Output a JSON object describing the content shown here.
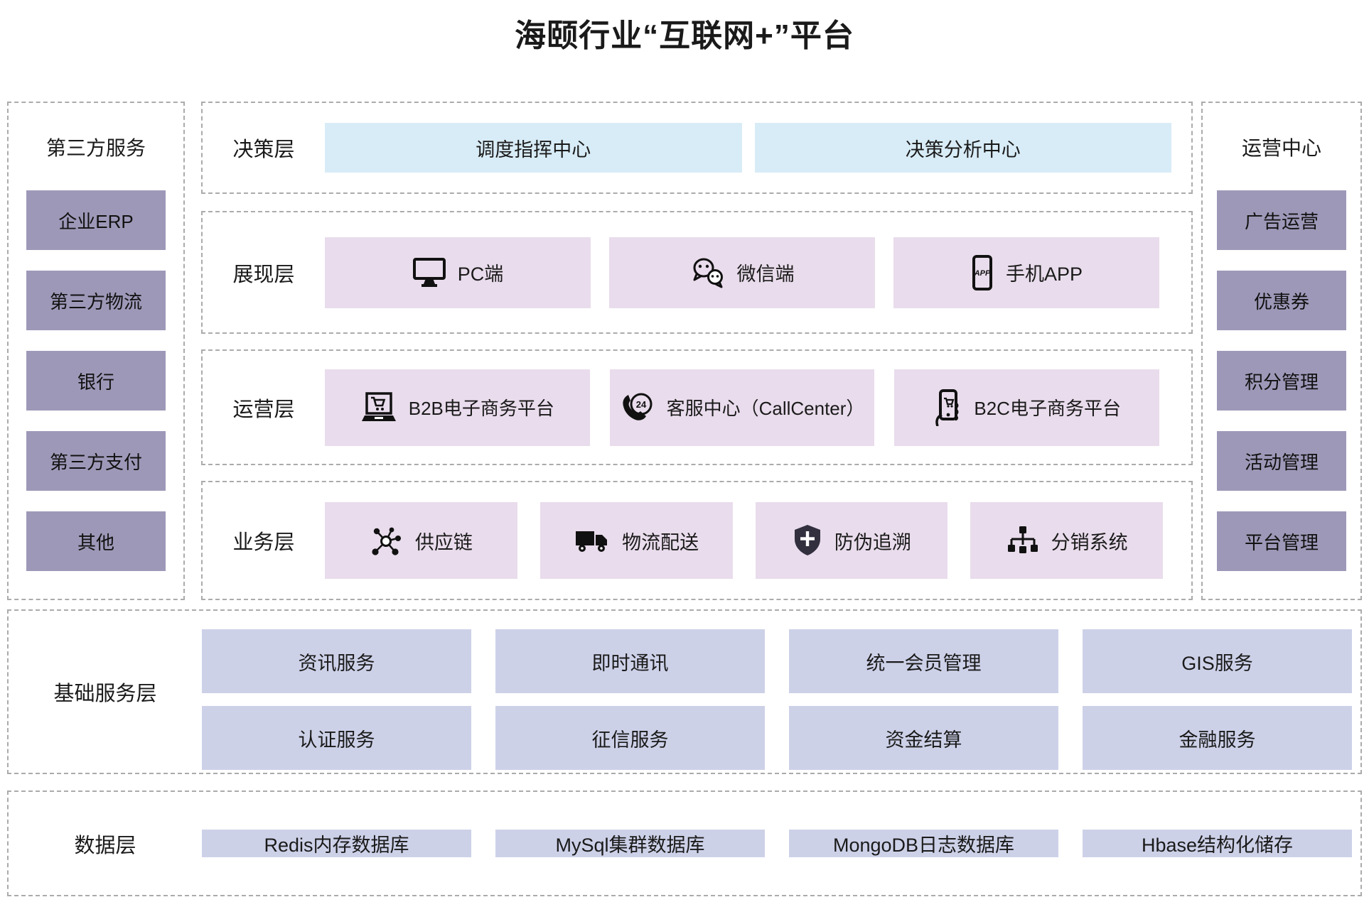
{
  "title": "海颐行业“互联网+”平台",
  "colors": {
    "side_box": "#9e98b8",
    "decision_box": "#d8ecf7",
    "middle_box": "#e9dcec",
    "bottom_box": "#cdd1e8",
    "dashed_border": "#ababab",
    "text": "#1a1a1a"
  },
  "left_sidebar": {
    "title": "第三方服务",
    "items": [
      {
        "label": "企业ERP"
      },
      {
        "label": "第三方物流"
      },
      {
        "label": "银行"
      },
      {
        "label": "第三方支付"
      },
      {
        "label": "其他"
      }
    ]
  },
  "right_sidebar": {
    "title": "运营中心",
    "items": [
      {
        "label": "广告运营"
      },
      {
        "label": "优惠券"
      },
      {
        "label": "积分管理"
      },
      {
        "label": "活动管理"
      },
      {
        "label": "平台管理"
      }
    ]
  },
  "layers": {
    "decision": {
      "label": "决策层",
      "items": [
        {
          "label": "调度指挥中心"
        },
        {
          "label": "决策分析中心"
        }
      ]
    },
    "presentation": {
      "label": "展现层",
      "items": [
        {
          "label": "PC端",
          "icon": "monitor-icon"
        },
        {
          "label": "微信端",
          "icon": "wechat-icon"
        },
        {
          "label": "手机APP",
          "icon": "smartphone-app-icon"
        }
      ]
    },
    "operation": {
      "label": "运营层",
      "items": [
        {
          "label": "B2B电子商务平台",
          "icon": "laptop-cart-icon"
        },
        {
          "label": "客服中心（CallCenter）",
          "icon": "callcenter-24-icon"
        },
        {
          "label": "B2C电子商务平台",
          "icon": "hand-phone-cart-icon"
        }
      ]
    },
    "business": {
      "label": "业务层",
      "items": [
        {
          "label": "供应链",
          "icon": "supply-network-icon"
        },
        {
          "label": "物流配送",
          "icon": "truck-icon"
        },
        {
          "label": "防伪追溯",
          "icon": "shield-plus-icon"
        },
        {
          "label": "分销系统",
          "icon": "sitemap-icon"
        }
      ]
    },
    "base_services": {
      "label": "基础服务层",
      "rows": [
        [
          "资讯服务",
          "即时通讯",
          "统一会员管理",
          "GIS服务"
        ],
        [
          "认证服务",
          "征信服务",
          "资金结算",
          "金融服务"
        ]
      ]
    },
    "data_layer": {
      "label": "数据层",
      "items": [
        {
          "label": "Redis内存数据库"
        },
        {
          "label": "MySql集群数据库"
        },
        {
          "label": "MongoDB日志数据库"
        },
        {
          "label": "Hbase结构化储存"
        }
      ]
    }
  }
}
